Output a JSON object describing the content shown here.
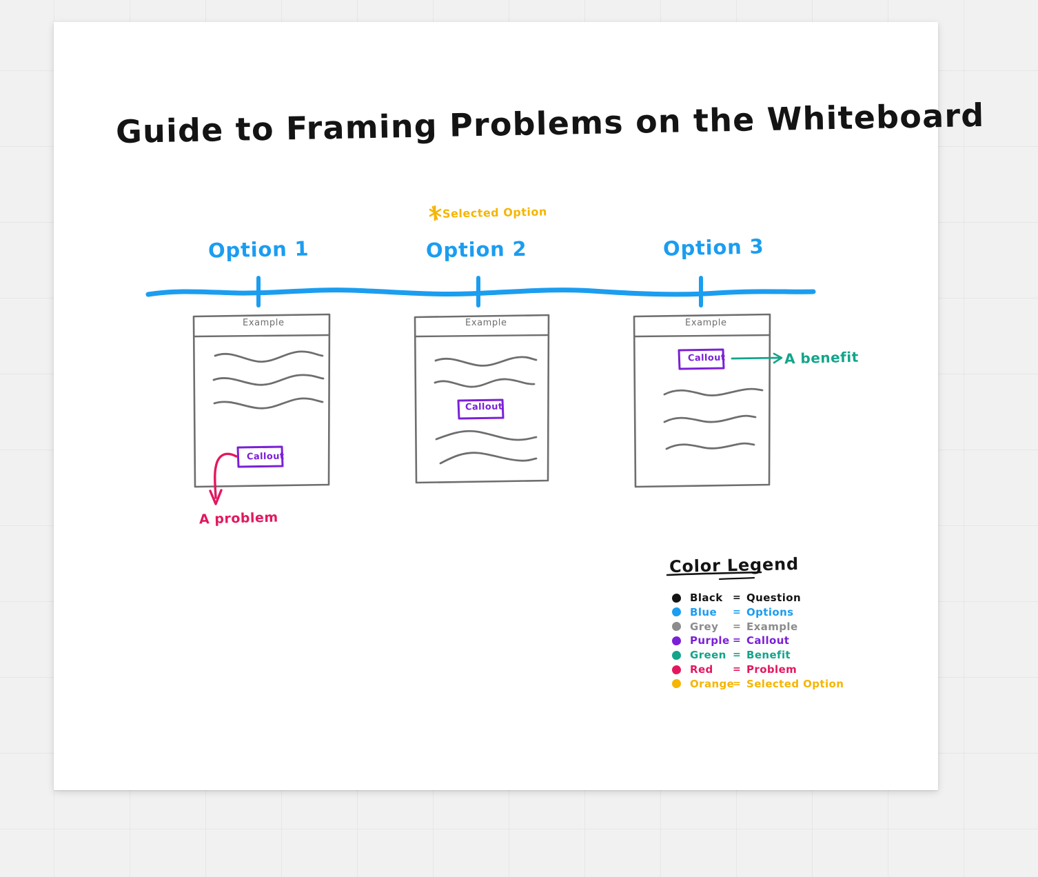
{
  "board": {
    "title": "Guide to Framing Problems  on the Whiteboard"
  },
  "selected_option_note": {
    "icon": "star-icon",
    "label": "Selected Option"
  },
  "timeline": {
    "color": "#1b9df0",
    "options": [
      {
        "label": "Option 1"
      },
      {
        "label": "Option 2"
      },
      {
        "label": "Option 3"
      }
    ]
  },
  "cards": [
    {
      "header": "Example",
      "callout": "Callout",
      "annotation": "A problem",
      "annotation_color": "#e2185f",
      "text_lines": 3
    },
    {
      "header": "Example",
      "callout": "Callout",
      "annotation": null,
      "text_lines": 4
    },
    {
      "header": "Example",
      "callout": "Callout",
      "annotation": "A benefit",
      "annotation_color": "#12a58a",
      "text_lines": 3
    }
  ],
  "legend": {
    "title": "Color Legend",
    "equals": "=",
    "rows": [
      {
        "name": "Black",
        "value": "Question",
        "color": "#141414"
      },
      {
        "name": "Blue",
        "value": "Options",
        "color": "#1b9df0"
      },
      {
        "name": "Grey",
        "value": "Example",
        "color": "#8c8c8c"
      },
      {
        "name": "Purple",
        "value": "Callout",
        "color": "#7b20d6"
      },
      {
        "name": "Green",
        "value": "Benefit",
        "color": "#12a58a"
      },
      {
        "name": "Red",
        "value": "Problem",
        "color": "#e2185f"
      },
      {
        "name": "Orange",
        "value": "Selected Option",
        "color": "#f5b500"
      }
    ]
  }
}
